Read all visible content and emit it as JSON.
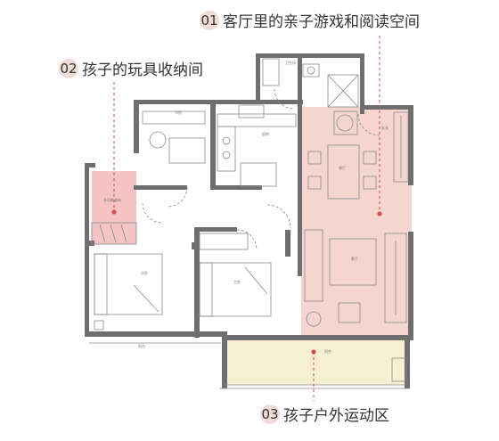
{
  "callouts": [
    {
      "num": "01",
      "text": "客厅里的亲子游戏和阅读空间"
    },
    {
      "num": "02",
      "text": "孩子的玩具收纳间"
    },
    {
      "num": "03",
      "text": "孩子户外运动区"
    }
  ],
  "rooms": {
    "bath": "卫生间",
    "study": "书房",
    "kitchen": "厨房",
    "storage": "多功能收纳",
    "bedroom_left": "次卧",
    "bedroom_mid": "主卧",
    "dining": "餐厅",
    "living": "客厅",
    "entry": "玄关",
    "balcony": "阳台"
  },
  "colors": {
    "living_zone": "#f5d5cf",
    "storage_zone": "#f4c4c4",
    "balcony_zone": "#f6efd2",
    "leader": "#d94a4a",
    "wall": "#666666",
    "badge": "#efdcd6"
  }
}
